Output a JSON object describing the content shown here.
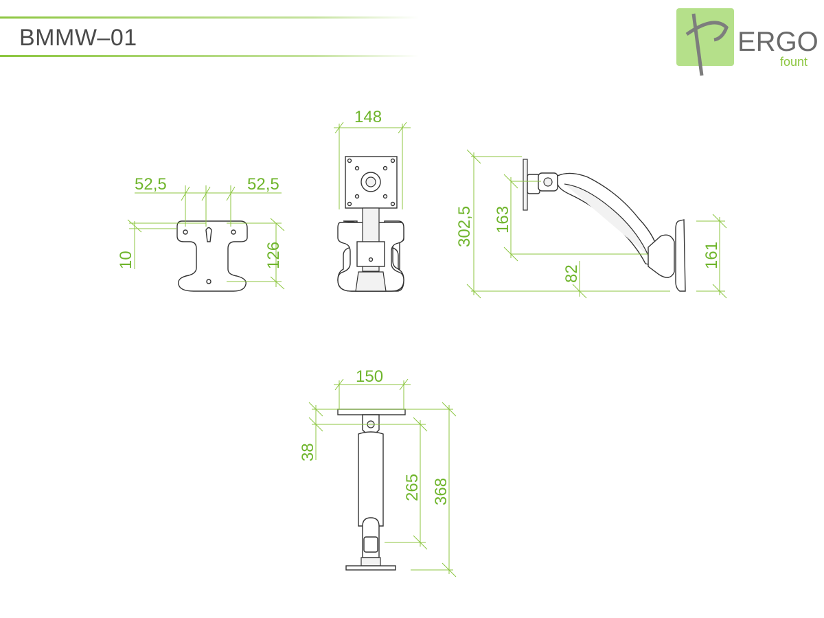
{
  "header": {
    "model": "BMMW–01"
  },
  "logo": {
    "brand": "ERGO",
    "sub": "fount",
    "accent": "#b5e08a"
  },
  "colors": {
    "dimension": "#8cc63f",
    "outline": "#333333"
  },
  "dimensions": {
    "plate_left": "52,5",
    "plate_right": "52,5",
    "plate_top": "10",
    "plate_height": "126",
    "front_width": "148",
    "side_total": "302,5",
    "side_arm": "163",
    "side_reach": "82",
    "side_base": "161",
    "top_width": "150",
    "top_offset": "38",
    "top_arm": "265",
    "top_total": "368"
  }
}
